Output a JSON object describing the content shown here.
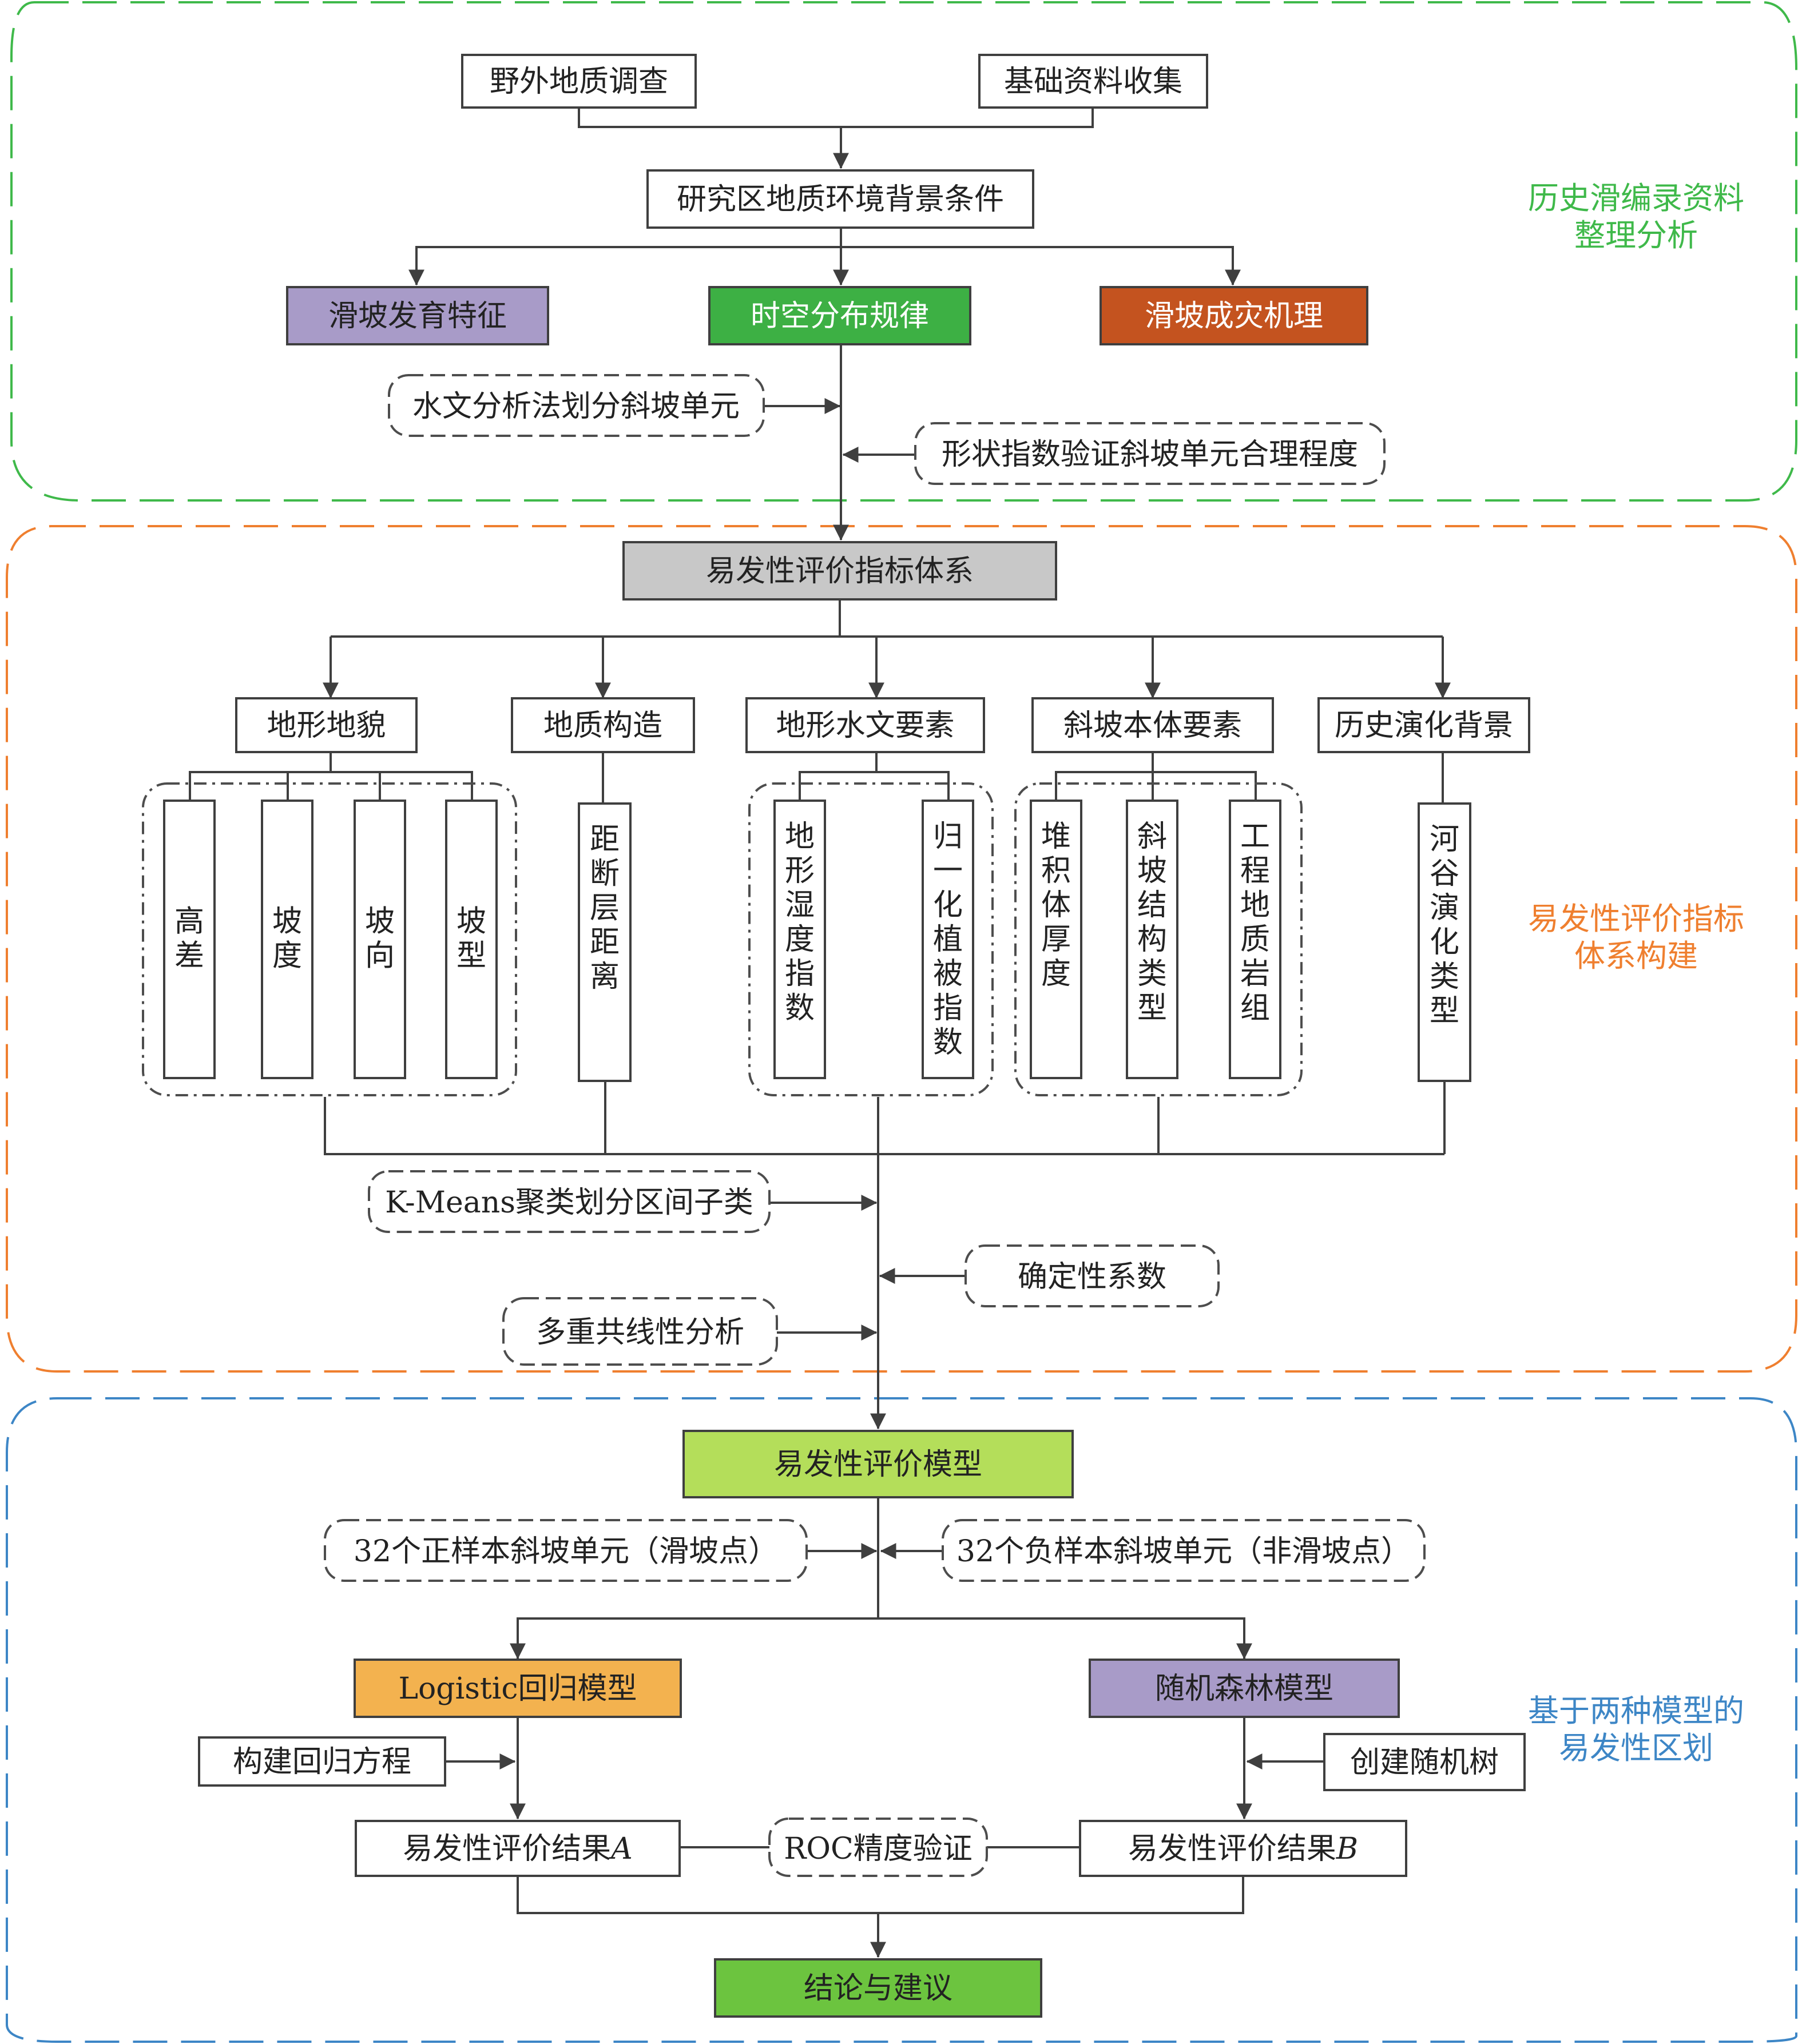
{
  "colors": {
    "section1": "#3fb94a",
    "section2": "#ef7f2f",
    "section3": "#3d86c6",
    "purple": "#a89bc8",
    "green": "#3db044",
    "orange": "#c4531f",
    "gray": "#c8c8c8",
    "lime": "#b4de5a",
    "amber": "#f3b24f",
    "result_green": "#6cc43f"
  },
  "sections": {
    "historical": "历史滑编录资料\n整理分析",
    "index_system": "易发性评价指标\n体系构建",
    "zoning": "基于两种模型的\n易发性区划"
  },
  "stage1": {
    "field_survey": "野外地质调查",
    "data_collection": "基础资料收集",
    "background": "研究区地质环境背景条件",
    "landslide_features": "滑坡发育特征",
    "spatiotemporal": "时空分布规律",
    "mechanism": "滑坡成灾机理",
    "hydro_units": "水文分析法划分斜坡单元",
    "shape_index": "形状指数验证斜坡单元合理程度"
  },
  "stage2": {
    "index_system": "易发性评价指标体系",
    "categories": [
      "地形地貌",
      "地质构造",
      "地形水文要素",
      "斜坡本体要素",
      "历史演化背景"
    ],
    "factors": [
      "高差",
      "坡度",
      "坡向",
      "坡型",
      "距断层距离",
      "地形湿度指数",
      "归一化植被指数",
      "堆积体厚度",
      "斜坡结构类型",
      "工程地质岩组",
      "河谷演化类型"
    ],
    "kmeans": "K-Means聚类划分区间子类",
    "certainty": "确定性系数",
    "collinearity": "多重共线性分析"
  },
  "stage3": {
    "model": "易发性评价模型",
    "positive": "32个正样本斜坡单元（滑坡点）",
    "negative": "32个负样本斜坡单元（非滑坡点）",
    "logistic": "Logistic回归模型",
    "random_forest": "随机森林模型",
    "regression_eq": "构建回归方程",
    "random_tree": "创建随机树",
    "result_a_prefix": "易发性评价结果",
    "result_a_letter": "A",
    "result_b_prefix": "易发性评价结果",
    "result_b_letter": "B",
    "roc": "ROC精度验证",
    "conclusion": "结论与建议"
  }
}
